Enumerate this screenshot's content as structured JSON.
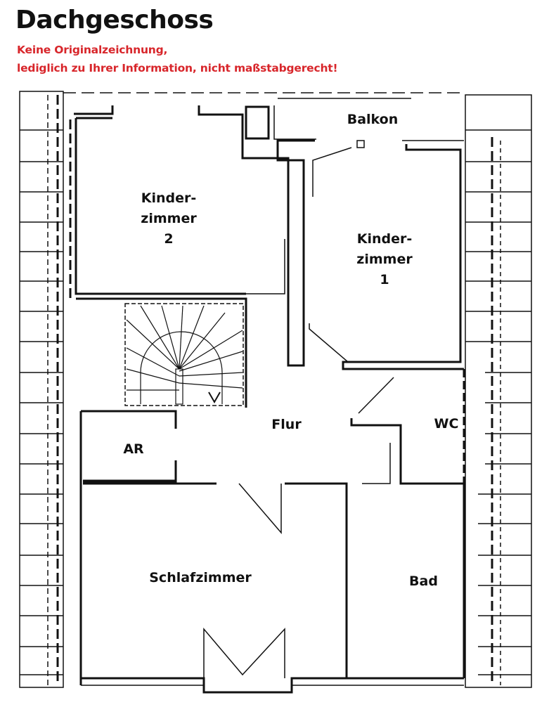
{
  "header": {
    "title": "Dachgeschoss",
    "disclaimer_line1": "Keine Originalzeichnung,",
    "disclaimer_line2": "lediglich zu Ihrer Information, nicht maßstabgerecht!"
  },
  "rooms": {
    "balkon": "Balkon",
    "kinderzimmer2": {
      "line1": "Kinder-",
      "line2": "zimmer",
      "line3": "2"
    },
    "kinderzimmer1": {
      "line1": "Kinder-",
      "line2": "zimmer",
      "line3": "1"
    },
    "flur": "Flur",
    "wc": "WC",
    "ar": "AR",
    "schlafzimmer": "Schlafzimmer",
    "bad": "Bad"
  },
  "colors": {
    "disclaimer": "#d8262b",
    "walls": "#111111"
  }
}
